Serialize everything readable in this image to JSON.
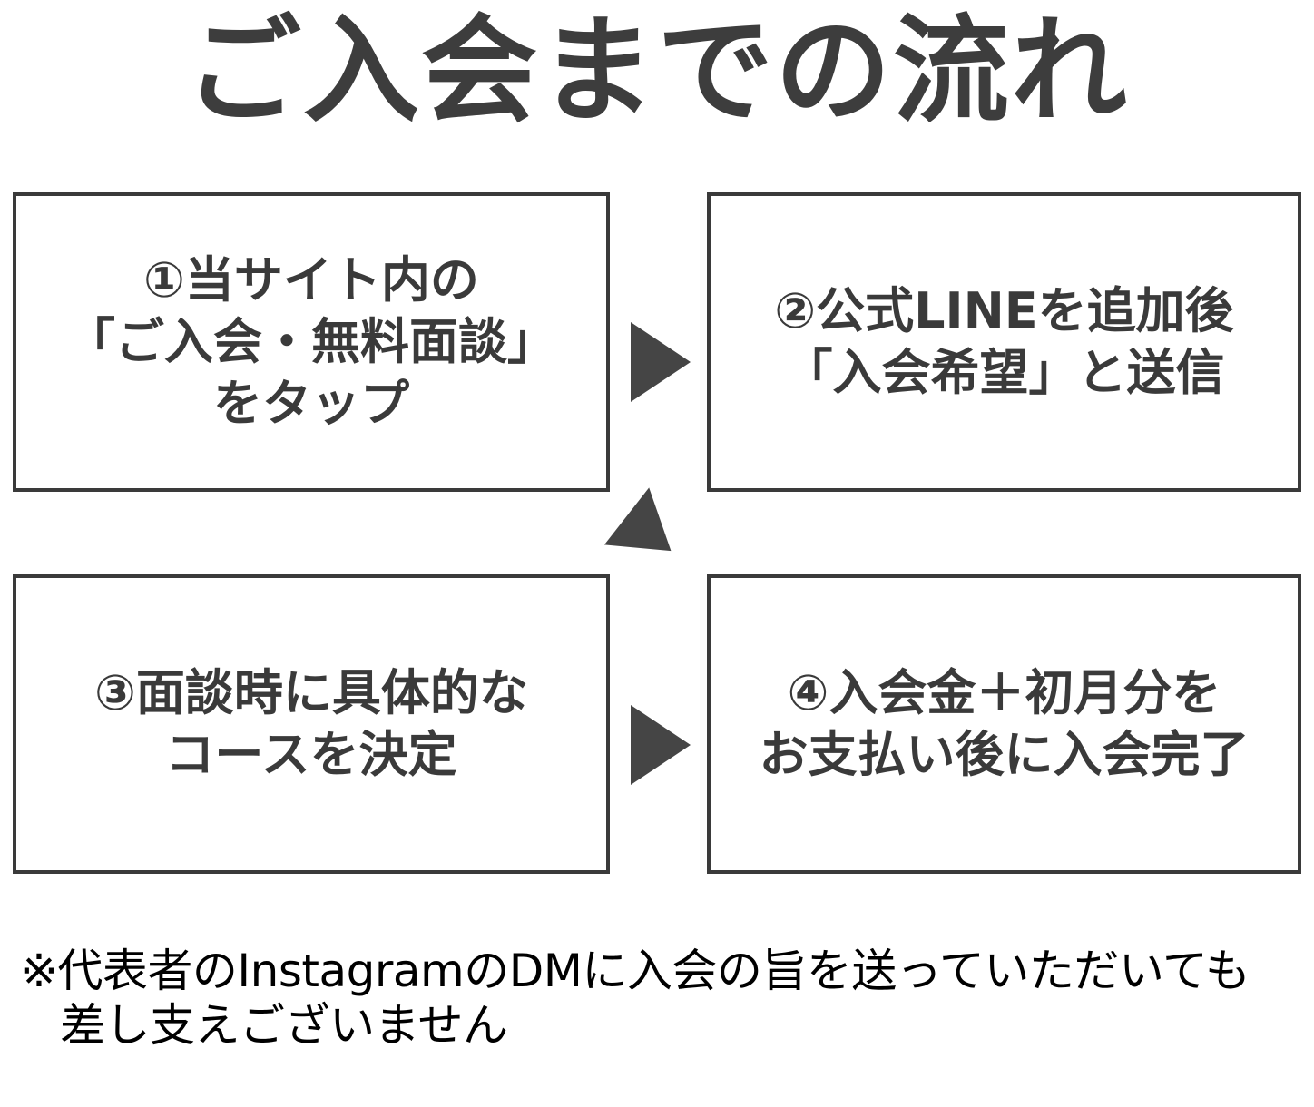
{
  "title": "ご入会までの流れ",
  "flow": {
    "steps": [
      {
        "id": "step-1",
        "marker": "①",
        "text": "①当サイト内の\n「ご入会・無料面談」\nをタップ"
      },
      {
        "id": "step-2",
        "marker": "②",
        "text": "②公式LINEを追加後\n「入会希望」と送信"
      },
      {
        "id": "step-3",
        "marker": "③",
        "text": "③面談時に具体的な\nコースを決定"
      },
      {
        "id": "step-4",
        "marker": "④",
        "text": "④入会金＋初月分を\nお支払い後に入会完了"
      }
    ],
    "arrows": [
      {
        "id": "arrow-1-to-2",
        "direction": "right"
      },
      {
        "id": "arrow-2-to-3",
        "direction": "diagonal-down-left"
      },
      {
        "id": "arrow-3-to-4",
        "direction": "right"
      }
    ]
  },
  "footnote": {
    "line_1": "※代表者のInstagramのDMに入会の旨を送っていただいても",
    "line_2": "差し支えございません"
  },
  "colors": {
    "title_text": "#3d3d3d",
    "box_border": "#3a3a3a",
    "box_text": "#3a3a3a",
    "arrow_fill": "#454545",
    "footnote_text": "#000000",
    "background": "#ffffff"
  }
}
